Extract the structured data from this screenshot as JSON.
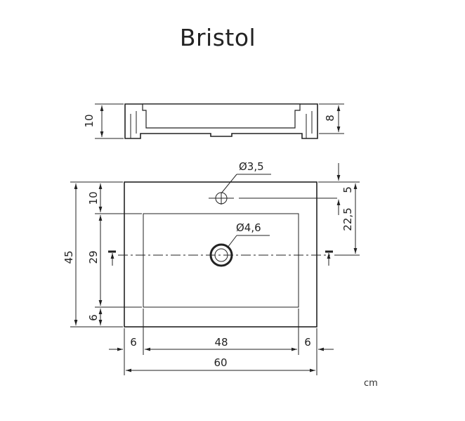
{
  "title": "Bristol",
  "unit": "cm",
  "section_view": {
    "height_outer": "10",
    "height_inner": "8"
  },
  "plan_view": {
    "hole_diameter": "Ø3,5",
    "drain_diameter": "Ø4,6",
    "left_dims": [
      "10",
      "29",
      "6"
    ],
    "total_depth": "45",
    "right_dims": [
      "5",
      "22,5"
    ],
    "bottom_dims": [
      "6",
      "48",
      "6"
    ],
    "total_width": "60"
  }
}
